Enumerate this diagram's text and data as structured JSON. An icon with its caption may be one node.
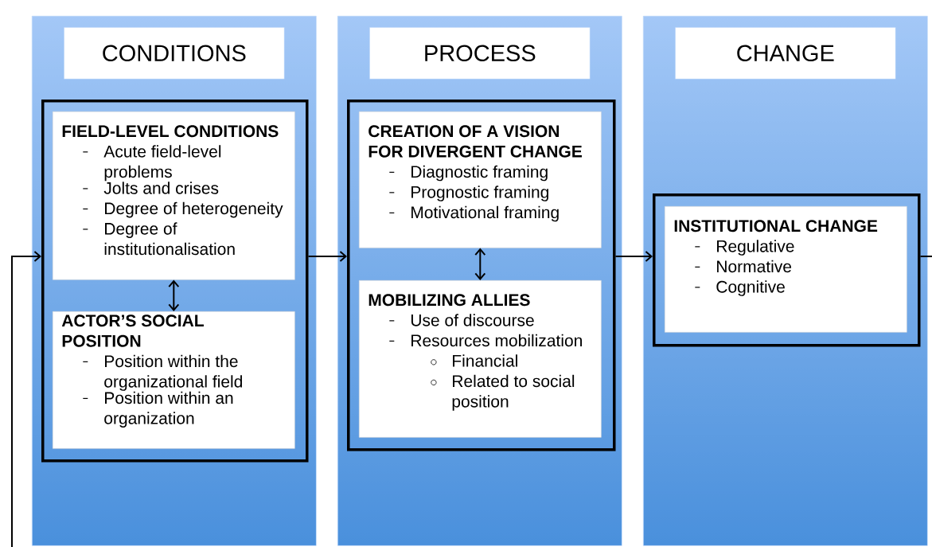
{
  "diagram": {
    "nodes": [
      {
        "text": [],
        "shape": "box"
      },
      {
        "text": [
          "CONDITIONS"
        ],
        "in": 0
      },
      {
        "text": [],
        "shape": "box",
        "in": 0
      },
      {
        "text": [
          "FIELD-LEVEL CONDITIONS",
          "Acute field-level problems",
          "Jolts and crises",
          "Degree of heterogeneity",
          "Degree of institutionalisation"
        ],
        "in": 2
      },
      {
        "text": [
          "ACTOR’S SOCIAL POSITION",
          "Position within the organizational field",
          "Position within an organization"
        ],
        "in": 2
      },
      {
        "text": [],
        "shape": "box"
      },
      {
        "text": [
          "PROCESS"
        ],
        "in": 5
      },
      {
        "text": [],
        "shape": "box",
        "in": 5
      },
      {
        "text": [
          "CREATION OF A VISION FOR DIVERGENT CHANGE",
          "Diagnostic framing",
          "Prognostic framing",
          "Motivational framing"
        ],
        "in": 7
      },
      {
        "text": [
          "MOBILIZING ALLIES",
          "Use of discourse",
          "Resources mobilization",
          "Financial",
          "Related to social position"
        ],
        "in": 7
      },
      {
        "text": [],
        "shape": "box"
      },
      {
        "text": [
          "CHANGE"
        ],
        "in": 10
      },
      {
        "text": [],
        "shape": "box",
        "in": 10
      },
      {
        "text": [
          "INSTITUTIONAL CHANGE",
          "Regulative",
          "Normative",
          "Cognitive"
        ],
        "in": 12
      }
    ],
    "edges": [
      {
        "from": 2,
        "to": 7,
        "arrow": "to"
      },
      {
        "from": 7,
        "to": 12,
        "arrow": "to"
      },
      {
        "from": 3,
        "to": 4,
        "arrow": "both"
      },
      {
        "from": 8,
        "to": 9,
        "arrow": "both"
      },
      {
        "from": 12,
        "to": null,
        "arrow": "none"
      },
      {
        "from": null,
        "to": 2,
        "arrow": "to"
      }
    ]
  }
}
